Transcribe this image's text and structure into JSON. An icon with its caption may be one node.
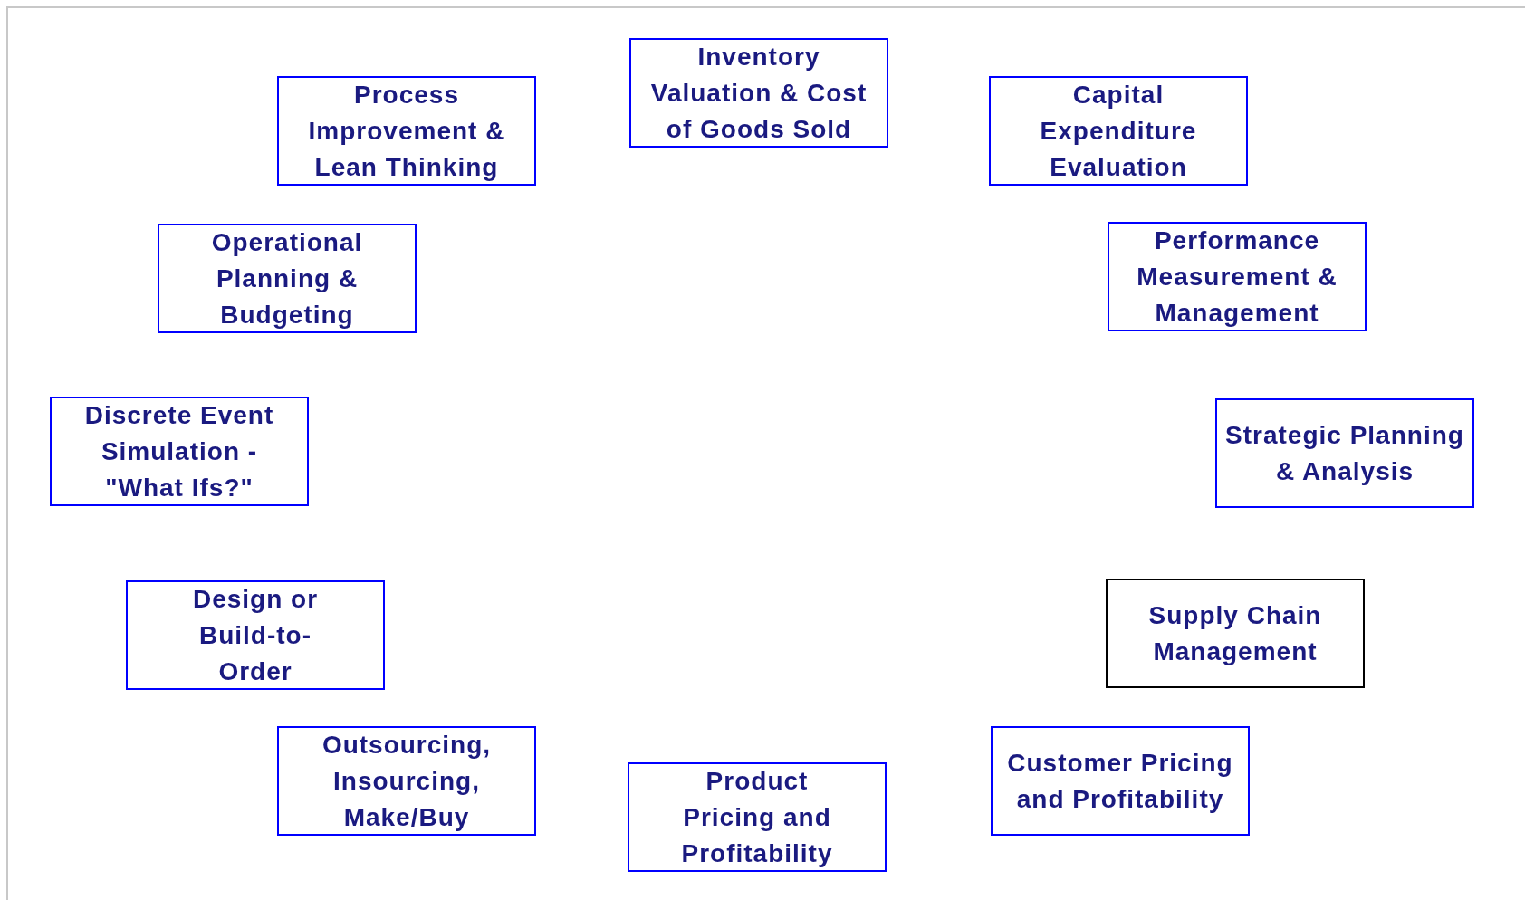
{
  "diagram": {
    "nodes": [
      {
        "text": [
          "Inventory Valuation & Cost of Goods Sold"
        ]
      },
      {
        "text": [
          "Process Improvement & Lean Thinking"
        ]
      },
      {
        "text": [
          "Capital Expenditure Evaluation"
        ]
      },
      {
        "text": [
          "Operational Planning & Budgeting"
        ]
      },
      {
        "text": [
          "Performance Measurement & Management"
        ]
      },
      {
        "text": [
          "Discrete Event Simulation - \"What Ifs?\""
        ]
      },
      {
        "text": [
          "Strategic Planning & Analysis"
        ]
      },
      {
        "text": [
          "Design or Build-to-Order"
        ]
      },
      {
        "text": [
          "Supply Chain Management"
        ]
      },
      {
        "text": [
          "Outsourcing, Insourcing, Make/Buy"
        ]
      },
      {
        "text": [
          "Customer Pricing and Profitability"
        ]
      },
      {
        "text": [
          "Product Pricing and Profitability"
        ]
      }
    ]
  }
}
